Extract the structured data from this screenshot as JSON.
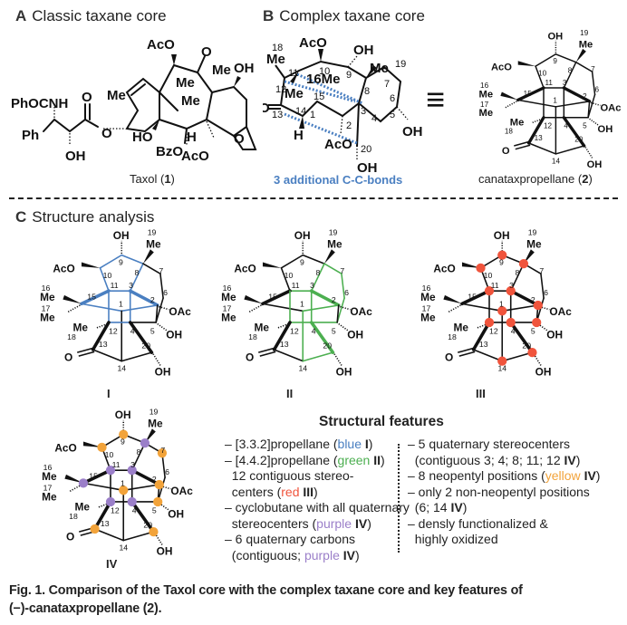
{
  "panels": {
    "a": {
      "letter": "A",
      "title": "Classic taxane core",
      "compound_name": "Taxol",
      "compound_number": "1"
    },
    "b": {
      "letter": "B",
      "title": "Complex taxane core",
      "annotation": "3 additional C-C-bonds",
      "equiv_symbol": "≡",
      "compound_name": "canataxpropellane",
      "compound_number": "2"
    },
    "c": {
      "letter": "C",
      "title": "Structure analysis",
      "structure_labels": [
        "I",
        "II",
        "III",
        "IV"
      ]
    }
  },
  "taxol_labels": {
    "phocnh": "PhOCNH",
    "ph": "Ph",
    "oh_side": "OH",
    "o_carbonyl": "O",
    "o_ester": "O",
    "me_ring": "Me",
    "aco_top": "AcO",
    "o_ketone": "O",
    "me_a": "Me",
    "me_b": "Me",
    "me_c": "Me",
    "oh_right": "OH",
    "ho": "HO",
    "h": "H",
    "bzo": "BzO",
    "aco_bottom": "AcO",
    "o_oxetane": "O"
  },
  "complex_core_labels": {
    "aco": "AcO",
    "oh9": "OH",
    "me19": "Me",
    "n19": "19",
    "me16": "16Me",
    "me17": "Me",
    "n17": "17",
    "me18": "Me",
    "n18": "18",
    "o13": "O",
    "h": "H",
    "aco2": "AcO",
    "oh5": "OH",
    "oh20": "OH",
    "nums": [
      "10",
      "9",
      "11",
      "12",
      "13",
      "14",
      "15",
      "1",
      "2",
      "3",
      "4",
      "5",
      "6",
      "7",
      "8",
      "20"
    ]
  },
  "skeleton_labels": {
    "oh_top": "OH",
    "me19": "Me",
    "n19": "19",
    "aco": "AcO",
    "n16": "16",
    "me16": "Me",
    "n17": "17",
    "me17": "Me",
    "me18": "Me",
    "n18": "18",
    "o13": "O",
    "oac": "OAc",
    "oh5": "OH",
    "oh20": "OH",
    "nums": [
      "9",
      "10",
      "8",
      "7",
      "11",
      "3",
      "15",
      "2",
      "6",
      "1",
      "12",
      "4",
      "5",
      "13",
      "20",
      "14"
    ]
  },
  "features": {
    "title": "Structural features",
    "left": [
      {
        "parts": [
          {
            "t": "– [3.3.2]propellane ("
          },
          {
            "t": "blue",
            "c": "blue"
          },
          {
            "t": " "
          },
          {
            "t": "I",
            "b": true
          },
          {
            "t": ")"
          }
        ]
      },
      {
        "parts": [
          {
            "t": "– [4.4.2]propellane ("
          },
          {
            "t": "green",
            "c": "green"
          },
          {
            "t": " "
          },
          {
            "t": "II",
            "b": true
          },
          {
            "t": ")"
          }
        ]
      },
      {
        "parts": [
          {
            "t": "  12 contiguous stereo-"
          }
        ]
      },
      {
        "parts": [
          {
            "t": "  centers ("
          },
          {
            "t": "red",
            "c": "red"
          },
          {
            "t": " "
          },
          {
            "t": "III",
            "b": true
          },
          {
            "t": ")"
          }
        ]
      },
      {
        "parts": [
          {
            "t": "– cyclobutane with all quaternary"
          }
        ]
      },
      {
        "parts": [
          {
            "t": "  stereocenters ("
          },
          {
            "t": "purple",
            "c": "purple"
          },
          {
            "t": " "
          },
          {
            "t": "IV",
            "b": true
          },
          {
            "t": ")"
          }
        ]
      },
      {
        "parts": [
          {
            "t": "– 6 quaternary carbons"
          }
        ]
      },
      {
        "parts": [
          {
            "t": "  (contiguous; "
          },
          {
            "t": "purple",
            "c": "purple"
          },
          {
            "t": " "
          },
          {
            "t": "IV",
            "b": true
          },
          {
            "t": ")"
          }
        ]
      }
    ],
    "right": [
      {
        "parts": [
          {
            "t": "– 5 quaternary stereocenters"
          }
        ]
      },
      {
        "parts": [
          {
            "t": "  (contiguous 3; 4; 8; 11; 12 "
          },
          {
            "t": "IV",
            "b": true
          },
          {
            "t": ")"
          }
        ]
      },
      {
        "parts": [
          {
            "t": "– 8 neopentyl positions ("
          },
          {
            "t": "yellow",
            "c": "yellow"
          },
          {
            "t": " "
          },
          {
            "t": "IV",
            "b": true
          },
          {
            "t": ")"
          }
        ]
      },
      {
        "parts": [
          {
            "t": "– only 2 non-neopentyl positions"
          }
        ]
      },
      {
        "parts": [
          {
            "t": "  (6; 14 "
          },
          {
            "t": "IV",
            "b": true
          },
          {
            "t": ")"
          }
        ]
      },
      {
        "parts": [
          {
            "t": "– densly functionalized &"
          }
        ]
      },
      {
        "parts": [
          {
            "t": "  highly oxidized"
          }
        ]
      }
    ]
  },
  "caption": {
    "line1": "Fig. 1. Comparison of the Taxol core with the complex taxane core and key features of",
    "line2": "(−)-canataxpropellane (2)."
  },
  "colors": {
    "blue": "#4a7fc1",
    "green": "#4caf50",
    "red": "#f0543c",
    "purple": "#9b7fc9",
    "yellow": "#f2a33a",
    "ink": "#111111"
  }
}
